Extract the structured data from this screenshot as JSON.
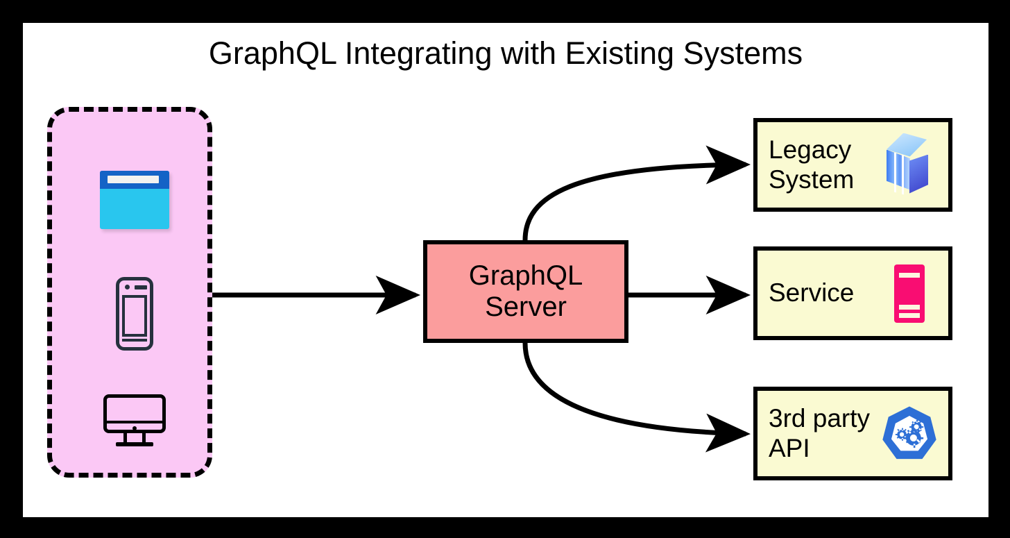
{
  "diagram": {
    "title": "GraphQL Integrating with Existing Systems",
    "frame_color": "#000000",
    "canvas_color": "#ffffff"
  },
  "client_panel": {
    "name": "clients",
    "fill": "#FBC8F5",
    "border_style": "dashed",
    "border_color": "#000000",
    "icons": [
      {
        "name": "browser-window-icon",
        "colors": {
          "titlebar": "#1463C6",
          "body": "#29C6EE",
          "addressbar": "#F2F2F0"
        }
      },
      {
        "name": "smartphone-icon",
        "colors": {
          "outline": "#26313E"
        }
      },
      {
        "name": "desktop-monitor-icon",
        "colors": {
          "outline": "#000000"
        }
      }
    ]
  },
  "server": {
    "label_line1": "GraphQL",
    "label_line2": "Server",
    "fill": "#FB9D9D",
    "border_color": "#000000"
  },
  "targets": [
    {
      "label": "Legacy\nSystem",
      "icon": "server-rack-3d-icon",
      "fill": "#FAFAD2",
      "icon_color": "#3C7BF2"
    },
    {
      "label": "Service",
      "icon": "server-rack-icon",
      "fill": "#FAFAD2",
      "icon_color": "#F90D72"
    },
    {
      "label": "3rd party\nAPI",
      "icon": "gears-heptagon-icon",
      "fill": "#FAFAD2",
      "icon_color": "#2D6FD6"
    }
  ],
  "connections": [
    {
      "name": "clients-to-server",
      "from": "clients",
      "to": "server",
      "style": "straight",
      "direction": "right"
    },
    {
      "name": "server-to-legacy-system",
      "from": "server",
      "to": "Legacy System",
      "style": "curved",
      "direction": "up-right"
    },
    {
      "name": "server-to-service",
      "from": "server",
      "to": "Service",
      "style": "straight",
      "direction": "right"
    },
    {
      "name": "server-to-3rd-party-api",
      "from": "server",
      "to": "3rd party API",
      "style": "curved",
      "direction": "down-right"
    }
  ]
}
